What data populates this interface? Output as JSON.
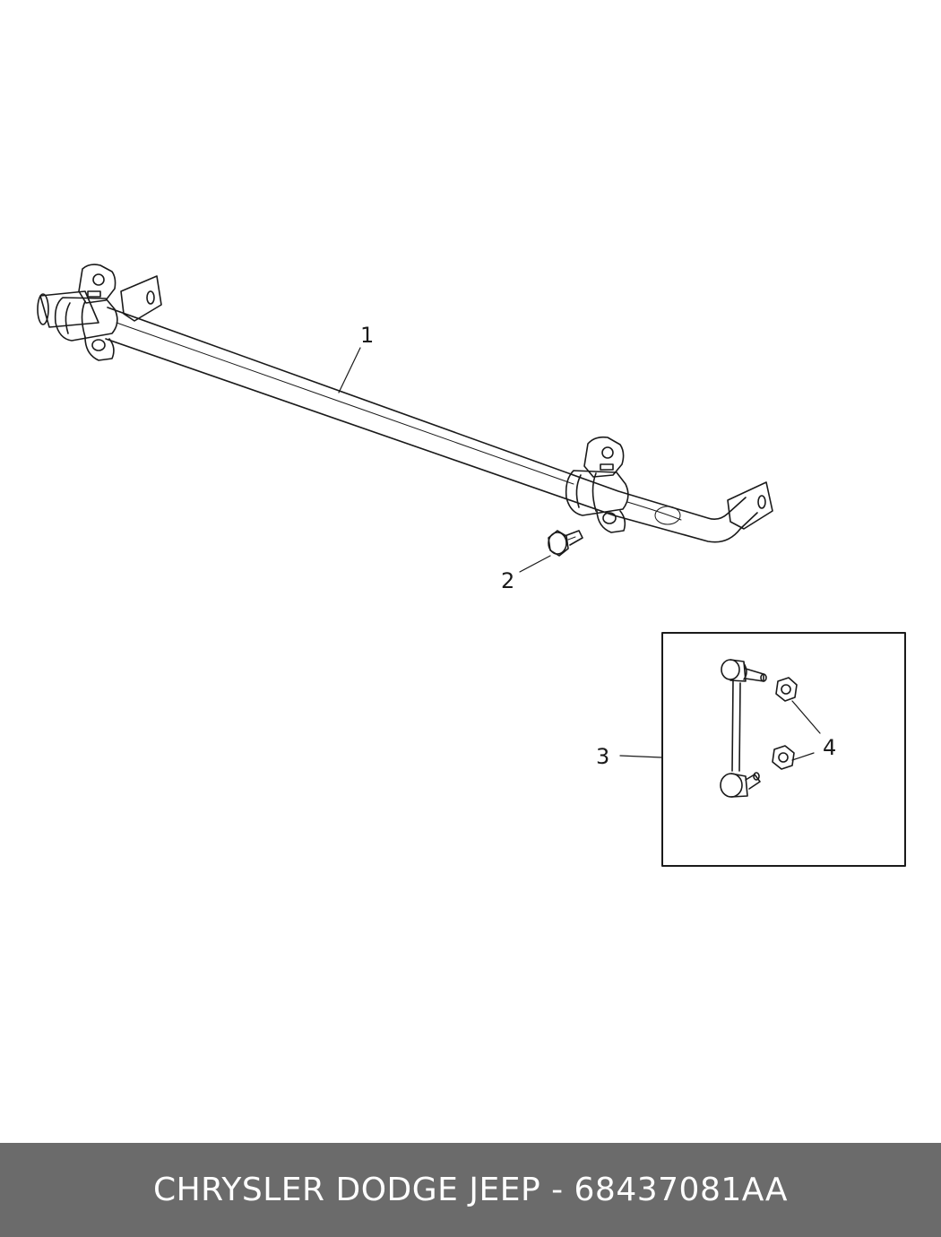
{
  "callouts": {
    "one": "1",
    "two": "2",
    "three": "3",
    "four": "4"
  },
  "footer": {
    "caption": "CHRYSLER DODGE JEEP - 68437081AA",
    "background": "#6b6b6b",
    "text_color": "#ffffff"
  }
}
